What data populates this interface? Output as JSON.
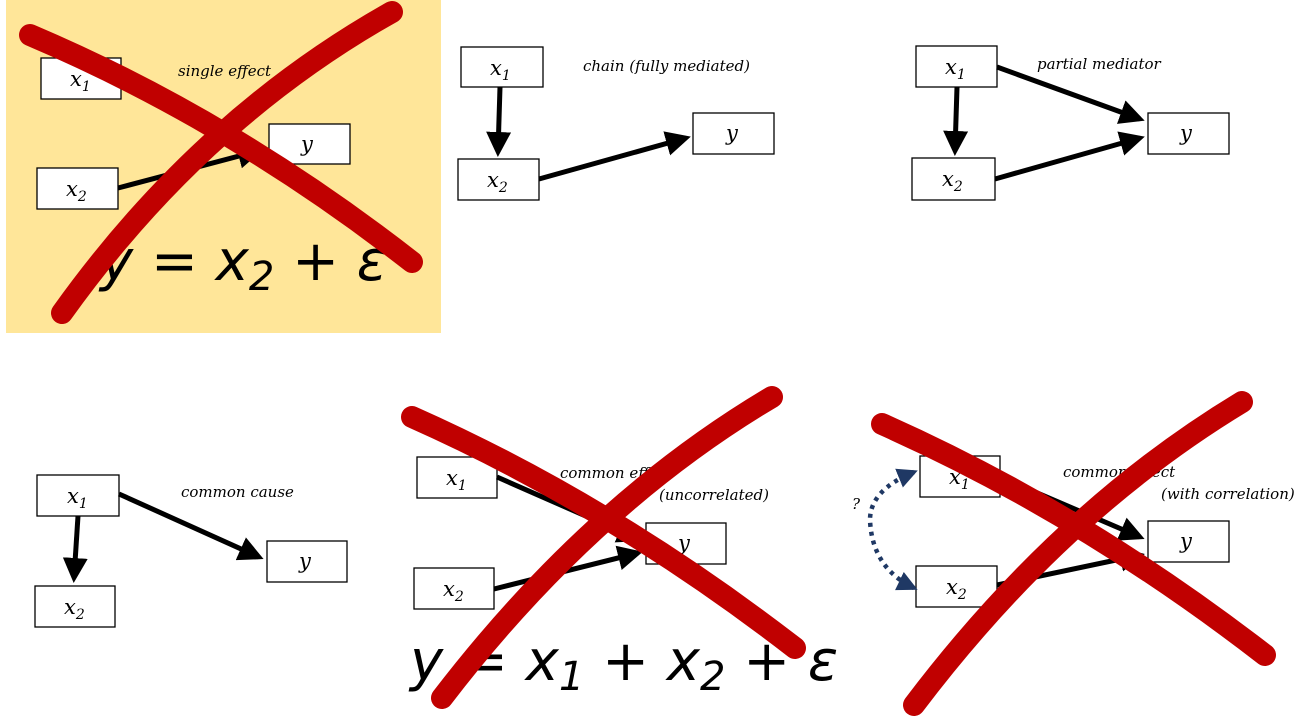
{
  "colors": {
    "panel_bg": "#FFE699",
    "cross": "#C00000",
    "correlation": "#1F3864"
  },
  "nodes": {
    "x": "x",
    "y": "y",
    "sub1": "1",
    "sub2": "2"
  },
  "panels": {
    "single_effect": {
      "label": "single effect",
      "equation": {
        "lhs": "y",
        "eq": " = ",
        "var": "x",
        "sub": "2",
        "rest": " + ε"
      },
      "crossed": true
    },
    "chain": {
      "label": "chain (fully mediated)",
      "crossed": false
    },
    "partial_mediator": {
      "label": "partial mediator",
      "crossed": false
    },
    "common_cause": {
      "label": "common cause",
      "crossed": false
    },
    "common_effect_uncorrelated": {
      "label_line1": "common effect",
      "label_line2": "(uncorrelated)",
      "equation": {
        "lhs": "y",
        "eq": " = ",
        "var1": "x",
        "sub1": "1",
        "plus": " + ",
        "var2": "x",
        "sub2": "2",
        "rest": " + ε"
      },
      "crossed": true
    },
    "common_effect_correlated": {
      "label_line1": "common effect",
      "label_line2": "(with correlation)",
      "question": "?",
      "crossed": true
    }
  }
}
